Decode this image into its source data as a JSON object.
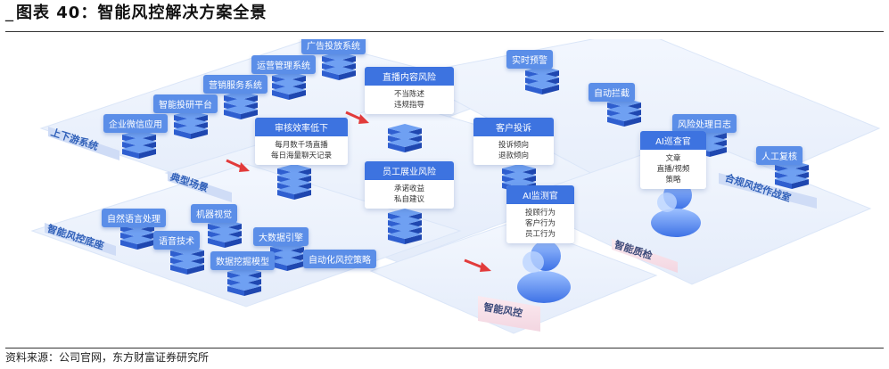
{
  "figure": {
    "title": "图表 40：智能风控解决方案全景",
    "source": "资料来源：公司官网，东方财富证券研究所"
  },
  "regions": {
    "upstream": "上下游系统",
    "scenarios": "典型场景",
    "foundation": "智能风控底座",
    "risk_control": "智能风控",
    "quality_check": "智能质检",
    "compliance": "合规风控作战室"
  },
  "upstream_systems": [
    "广告投放系统",
    "运营管理系统",
    "营销服务系统",
    "智能投研平台",
    "企业微信应用"
  ],
  "foundation_modules": [
    "自然语言处理",
    "机器视觉",
    "语音技术",
    "大数据引擎",
    "数据挖掘模型",
    "自动化风控策略"
  ],
  "cards": {
    "live_risk": {
      "title": "直播内容风险",
      "lines": [
        "不当陈述",
        "违规指导"
      ]
    },
    "audit": {
      "title": "审核效率低下",
      "lines": [
        "每月数千场直播",
        "每日海量聊天记录"
      ]
    },
    "employee": {
      "title": "员工展业风险",
      "lines": [
        "承诺收益",
        "私自建议"
      ]
    },
    "complaint": {
      "title": "客户投诉",
      "lines": [
        "投诉倾向",
        "退款倾向"
      ]
    },
    "ai_monitor": {
      "title": "AI监测官",
      "lines": [
        "投顾行为",
        "客户行为",
        "员工行为"
      ]
    },
    "ai_patrol": {
      "title": "AI巡查官",
      "lines": [
        "文章",
        "直播/视频",
        "策略"
      ]
    }
  },
  "ops": [
    "实时预警",
    "自动拦截",
    "风险处理日志",
    "人工复核"
  ],
  "colors": {
    "accent": "#3d73e0",
    "tag": "#5b8ee8",
    "plate": "#eaf1fc",
    "region_text": "#2f5fb8"
  }
}
